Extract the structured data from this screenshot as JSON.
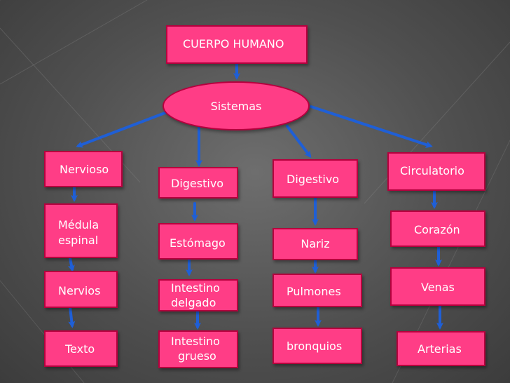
{
  "root": {
    "label": "CUERPO HUMANO"
  },
  "hub": {
    "label": "Sistemas"
  },
  "columns": [
    {
      "header": "Nervioso",
      "items": [
        "Médula espinal",
        "Nervios",
        "Texto"
      ]
    },
    {
      "header": "Digestivo",
      "items": [
        "Estómago",
        "Intestino delgado",
        "Intestino grueso"
      ]
    },
    {
      "header": "Digestivo",
      "items": [
        "Nariz",
        "Pulmones",
        "bronquios"
      ]
    },
    {
      "header": "Circulatorio",
      "items": [
        "Corazón",
        "Venas",
        "Arterias"
      ]
    }
  ],
  "labels_split": {
    "medula_1": "Médula",
    "medula_2": "espinal",
    "int_del_1": "Intestino",
    "int_del_2": "delgado",
    "int_gru_1": "Intestino",
    "int_gru_2": "grueso"
  },
  "colors": {
    "node_fill": "#ff3d86",
    "node_border": "#b5003d",
    "arrow": "#1f5fd6"
  }
}
